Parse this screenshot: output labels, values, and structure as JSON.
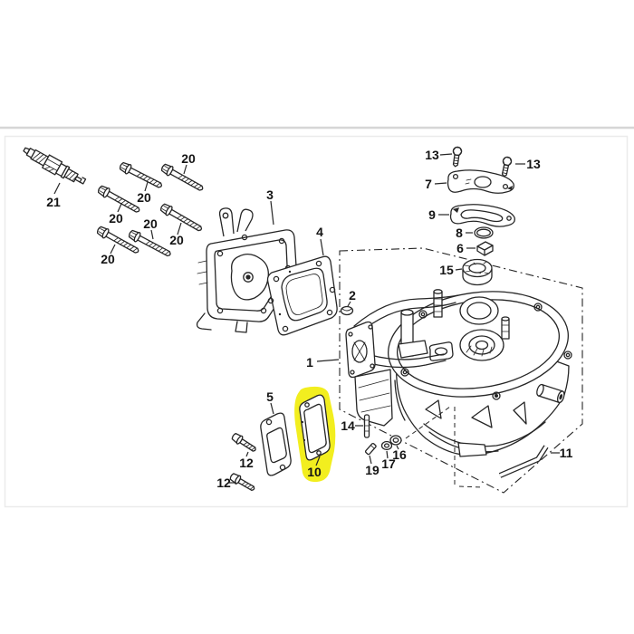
{
  "diagram": {
    "colors": {
      "line": "#262626",
      "label": "#141414",
      "highlight": "#f2ee1f",
      "divider": "#d6d6d6",
      "frame": "#ebebeb",
      "background": "#ffffff"
    },
    "highlighted_part": "10",
    "callouts": [
      {
        "text": "21"
      },
      {
        "text": "20"
      },
      {
        "text": "20"
      },
      {
        "text": "20"
      },
      {
        "text": "20"
      },
      {
        "text": "20"
      },
      {
        "text": "20"
      },
      {
        "text": "3"
      },
      {
        "text": "4"
      },
      {
        "text": "2"
      },
      {
        "text": "1"
      },
      {
        "text": "13"
      },
      {
        "text": "13"
      },
      {
        "text": "7"
      },
      {
        "text": "9"
      },
      {
        "text": "8"
      },
      {
        "text": "6"
      },
      {
        "text": "15"
      },
      {
        "text": "5"
      },
      {
        "text": "12"
      },
      {
        "text": "12"
      },
      {
        "text": "10"
      },
      {
        "text": "14"
      },
      {
        "text": "19"
      },
      {
        "text": "17"
      },
      {
        "text": "16"
      },
      {
        "text": "11"
      }
    ]
  }
}
